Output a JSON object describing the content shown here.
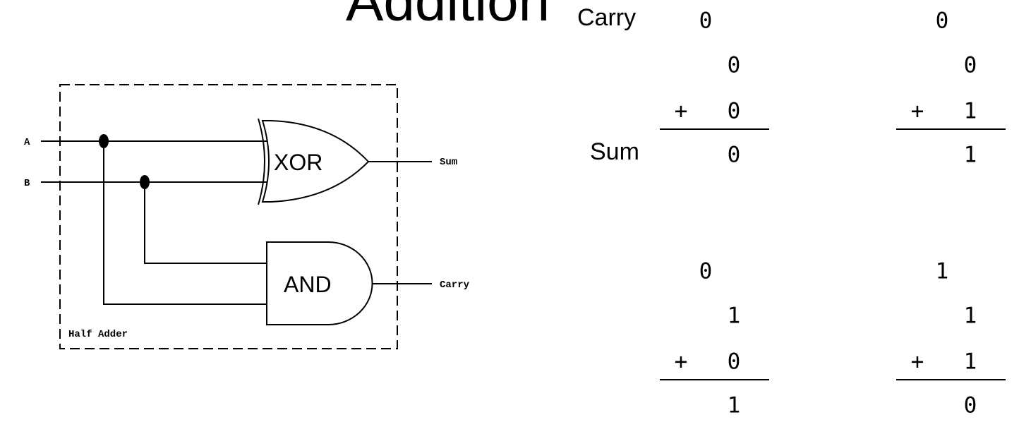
{
  "title": "Addition",
  "diagram": {
    "box_label": "Half Adder",
    "inputs": [
      "A",
      "B"
    ],
    "gates": [
      "XOR",
      "AND"
    ],
    "outputs": [
      "Sum",
      "Carry"
    ]
  },
  "table": {
    "carry_label": "Carry",
    "sum_label": "Sum",
    "problems": [
      {
        "carry": "0",
        "a": "0",
        "op": "+",
        "b": "0",
        "sum": "0"
      },
      {
        "carry": "0",
        "a": "0",
        "op": "+",
        "b": "1",
        "sum": "1"
      },
      {
        "carry": "0",
        "a": "1",
        "op": "+",
        "b": "0",
        "sum": "1"
      },
      {
        "carry": "1",
        "a": "1",
        "op": "+",
        "b": "1",
        "sum": "0"
      }
    ]
  }
}
